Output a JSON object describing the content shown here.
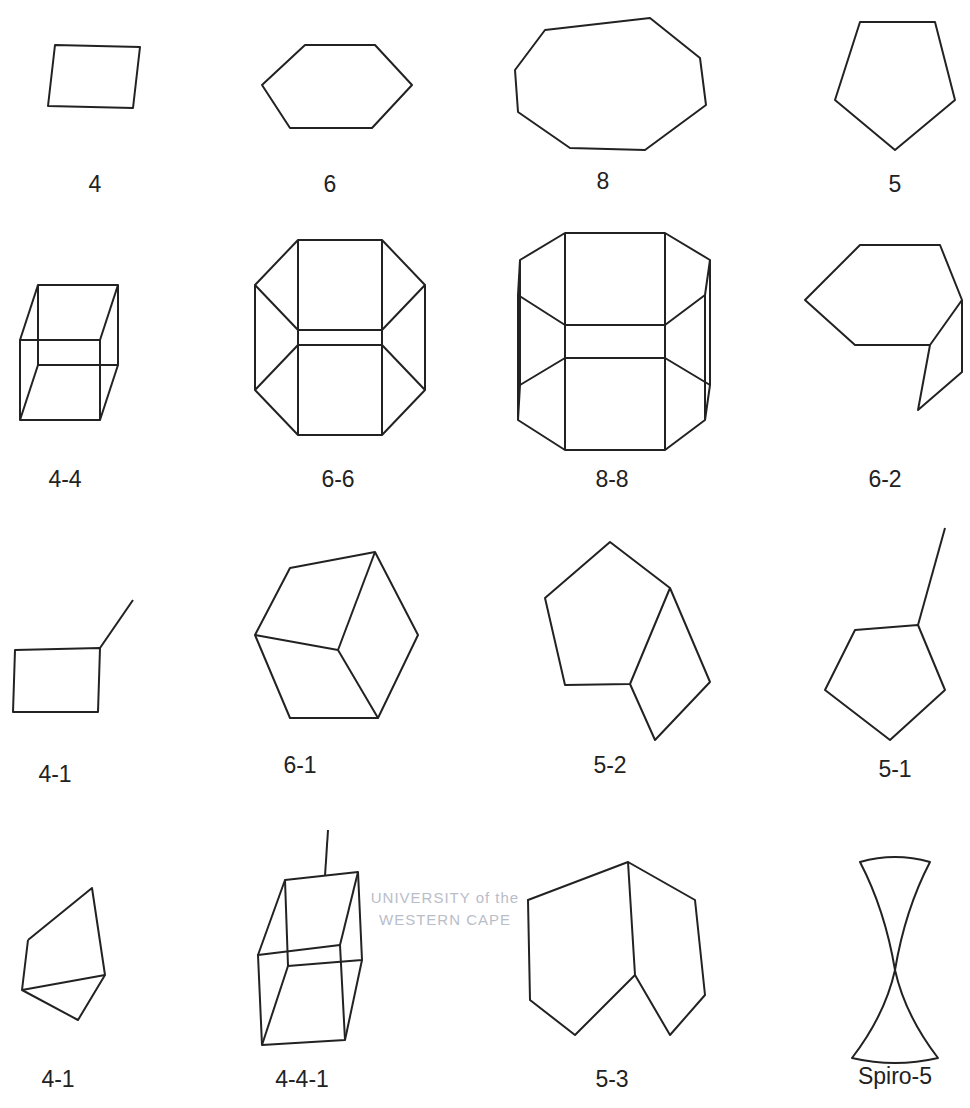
{
  "diagram": {
    "labels": [
      "4",
      "6",
      "8",
      "5",
      "4-4",
      "6-6",
      "8-8",
      "6-2",
      "4-1",
      "6-1",
      "5-2",
      "5-1",
      "4-1",
      "4-4-1",
      "5-3",
      "Spiro-5",
      "UNIVERSITY of the",
      "WESTERN CAPE"
    ]
  }
}
